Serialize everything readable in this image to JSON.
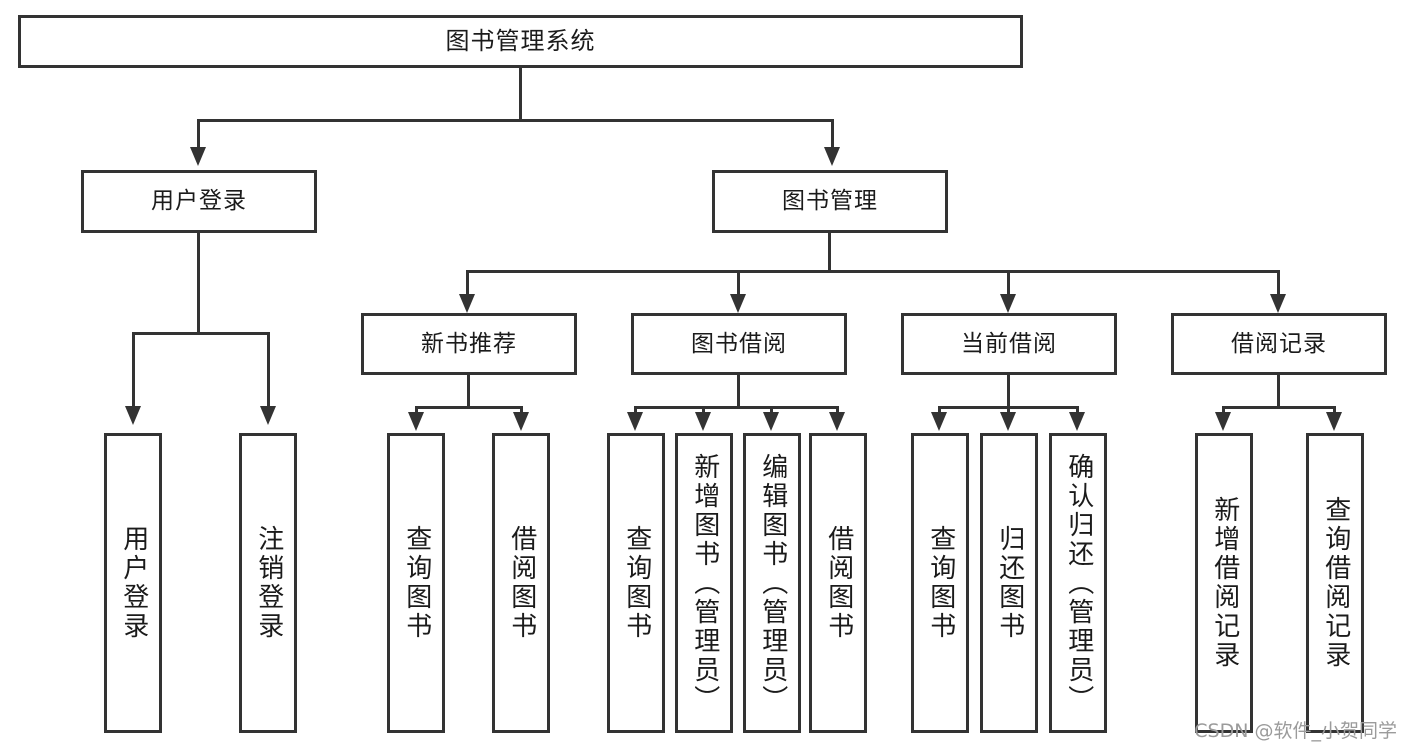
{
  "diagram": {
    "title": "图书管理系统",
    "type": "tree",
    "watermark": "CSDN @软件_小贺同学",
    "accent_color": "#333333",
    "background_color": "#ffffff",
    "text_color": "#1b1b1b"
  },
  "nodes": {
    "root": {
      "label": "图书管理系统"
    },
    "level2": [
      {
        "label": "用户登录"
      },
      {
        "label": "图书管理"
      }
    ],
    "level3": [
      {
        "label": "新书推荐"
      },
      {
        "label": "图书借阅"
      },
      {
        "label": "当前借阅"
      },
      {
        "label": "借阅记录"
      }
    ],
    "leaves": {
      "user_login": [
        {
          "label": "用户登录"
        },
        {
          "label": "注销登录"
        }
      ],
      "new_book": [
        {
          "label": "查询图书"
        },
        {
          "label": "借阅图书"
        }
      ],
      "book_borrow": [
        {
          "label": "查询图书"
        },
        {
          "label": "新增图书（管理员）"
        },
        {
          "label": "编辑图书（管理员）"
        },
        {
          "label": "借阅图书"
        }
      ],
      "current_borrow": [
        {
          "label": "查询图书"
        },
        {
          "label": "归还图书"
        },
        {
          "label": "确认归还（管理员）"
        }
      ],
      "borrow_record": [
        {
          "label": "新增借阅记录"
        },
        {
          "label": "查询借阅记录"
        }
      ]
    }
  }
}
